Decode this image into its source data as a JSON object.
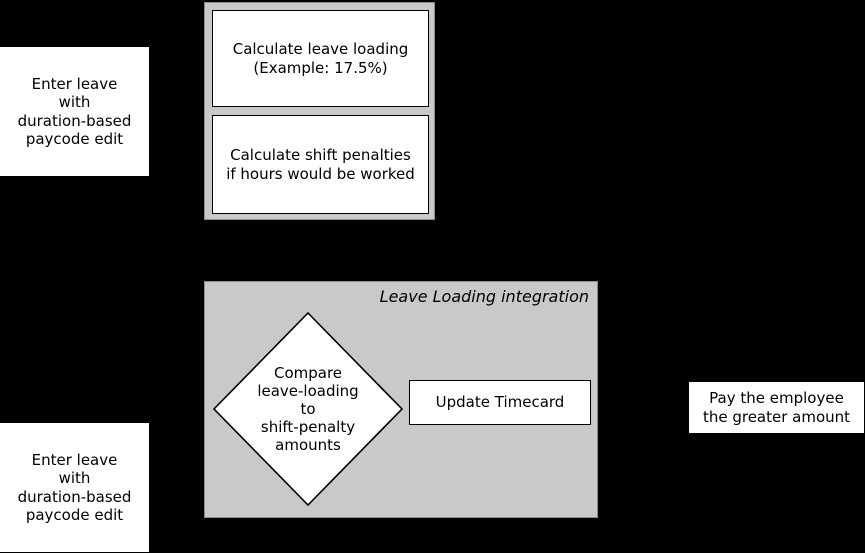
{
  "diagram": {
    "background_color": "#000000",
    "group_fill": "#c9c9c9",
    "node_fill": "#ffffff",
    "stroke_color": "#000000",
    "nodes": {
      "enter_leave_top": "Enter leave\nwith\nduration-based\npaycode edit",
      "enter_leave_bottom": "Enter leave\nwith\nduration-based\npaycode edit",
      "calculate_leave_loading": "Calculate leave loading\n(Example: 17.5%)",
      "calculate_shift_penalties": "Calculate shift penalties\nif hours would be worked",
      "decision": "Compare\nleave-loading\nto\nshift-penalty\namounts",
      "update_timecard": "Update Timecard",
      "pay_employee": "Pay the employee\nthe greater amount"
    },
    "groups": {
      "integration_label": "Leave Loading integration"
    }
  }
}
